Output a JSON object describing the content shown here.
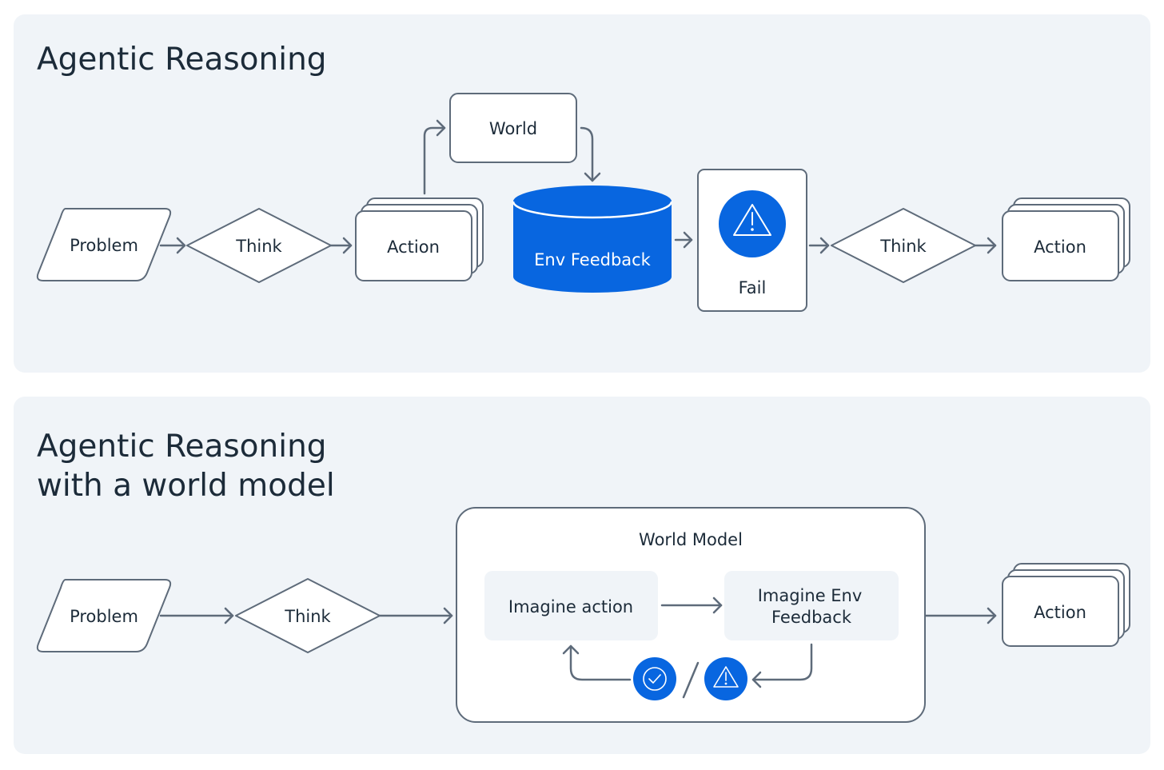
{
  "top": {
    "title": "Agentic Reasoning",
    "problem": "Problem",
    "think1": "Think",
    "action1": "Action",
    "world": "World",
    "env_feedback": "Env Feedback",
    "fail": "Fail",
    "think2": "Think",
    "action2": "Action"
  },
  "bottom": {
    "title_line1": "Agentic Reasoning",
    "title_line2": "with a world model",
    "problem": "Problem",
    "think": "Think",
    "world_model": "World Model",
    "imagine_action": "Imagine action",
    "imagine_env_line1": "Imagine Env",
    "imagine_env_line2": "Feedback",
    "action": "Action"
  },
  "colors": {
    "panel_background": "#f0f4f8",
    "accent_blue": "#0866e0",
    "stroke_gray": "#5e6b7a",
    "text_dark": "#1c2b39"
  },
  "icons": {
    "fail": "warning-icon",
    "success": "check-circle-icon",
    "separator": "slash"
  }
}
